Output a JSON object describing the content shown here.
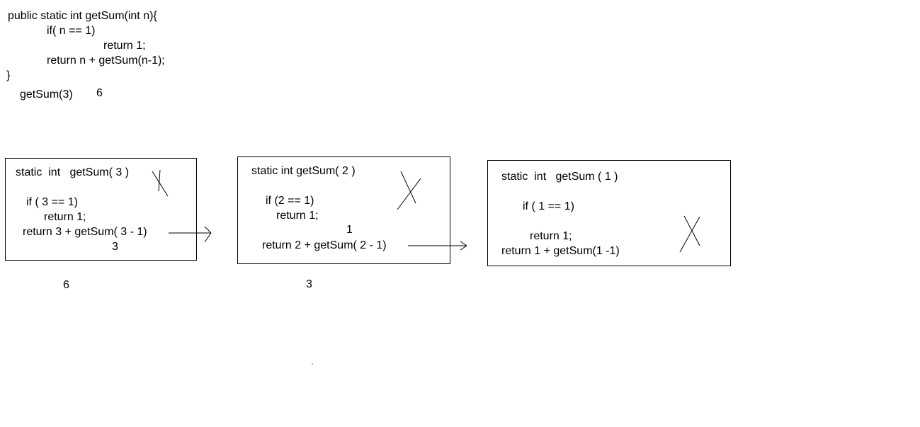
{
  "code": {
    "line1": "public static int getSum(int n){",
    "line2": "if( n == 1)",
    "line3": "return 1;",
    "line4": "return n + getSum(n-1);",
    "line5": "}"
  },
  "call": {
    "expr": "getSum(3)",
    "result": "6"
  },
  "frame1": {
    "header": "static  int   getSum( 3 )",
    "cond": "if ( 3 == 1)",
    "ret1": "return 1;",
    "ret2": "return 3 + getSum( 3 - 1)",
    "sub": "3",
    "below": "6"
  },
  "frame2": {
    "header": "static int getSum( 2 )",
    "cond": "if (2 == 1)",
    "ret1": "return 1;",
    "sub": "1",
    "ret2": "return 2 + getSum( 2 - 1)",
    "below": "3"
  },
  "frame3": {
    "header": "static  int   getSum ( 1 )",
    "cond": "if ( 1 == 1)",
    "ret1": "return 1;",
    "ret2": "return 1 + getSum(1 -1)"
  }
}
